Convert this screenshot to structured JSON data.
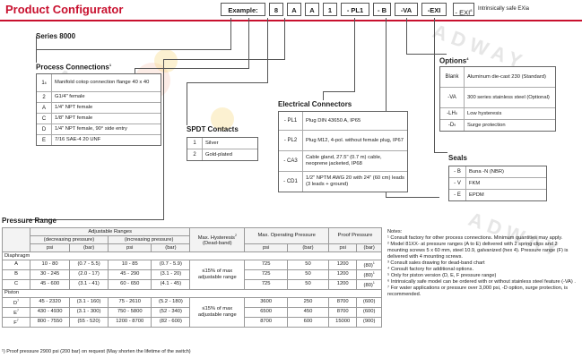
{
  "header": {
    "title": "Product Configurator",
    "example_label": "Example:",
    "example_codes": [
      "8",
      "A",
      "A",
      "1",
      "- PL1",
      "- B",
      "-VA",
      "-EXI"
    ],
    "exi_code": "- EXI",
    "exi_sup": "8",
    "exi_desc": "Intrinsically safe EXia"
  },
  "series": {
    "label": "Series 8000"
  },
  "process": {
    "title": "Process Connections",
    "sup": "1",
    "items": [
      {
        "code": "1",
        "sup": "6",
        "desc": "Manifold cotop connection flange 40 x 40"
      },
      {
        "code": "2",
        "desc": "G1/4\" female"
      },
      {
        "code": "A",
        "desc": "1/4\" NPT female"
      },
      {
        "code": "C",
        "desc": "1/8\" NPT female"
      },
      {
        "code": "D",
        "desc": "1/4\" NPT female, 90° side entry"
      },
      {
        "code": "E",
        "desc": "7/16 SAE-4 20 UNF"
      }
    ]
  },
  "spdt": {
    "title": "SPDT Contacts",
    "items": [
      {
        "code": "1",
        "desc": "Silver"
      },
      {
        "code": "2",
        "desc": "Gold-plated"
      }
    ]
  },
  "electrical": {
    "title": "Electrical Connectors",
    "items": [
      {
        "code": "- PL1",
        "desc": "Plug DIN 43650 A, IP65"
      },
      {
        "code": "- PL2",
        "desc": "Plug M12, 4-pol. without female plug, IP67"
      },
      {
        "code": "- CA3",
        "desc": "Cable gland, 27.5\" (0.7 m) cable, neoprene jacketed, IP68"
      },
      {
        "code": "- CD1",
        "desc": "1/2\" NPTM AWG 20 with 24\" (60 cm) leads (3 leads + ground)"
      }
    ]
  },
  "options": {
    "title": "Options",
    "sup": "4",
    "items": [
      {
        "code": "Blank",
        "desc": "Aluminum die-cast 230 (Standard)"
      },
      {
        "code": "-VA",
        "desc": "300 series stainless steel (Optional)"
      },
      {
        "code": "-LH",
        "sup": "5",
        "desc": "Low hysteresis"
      },
      {
        "code": "-D",
        "sup": "9",
        "desc": "Surge protection"
      }
    ]
  },
  "seals": {
    "title": "Seals",
    "items": [
      {
        "code": "- B",
        "desc": "Buna -N (NBR)"
      },
      {
        "code": "- V",
        "desc": "FKM"
      },
      {
        "code": "- E",
        "desc": "EPDM"
      }
    ]
  },
  "pressure": {
    "title": "Pressure Range",
    "headers": {
      "adjustable": "Adjustable Ranges",
      "decreasing": "(decreasing pressure)",
      "increasing": "(increasing pressure)",
      "psi": "psi",
      "bar": "(bar)",
      "hysteresis": "Max. Hysteresis",
      "hysteresis_sup": "2",
      "deadband": "(Dead-band)",
      "max_op": "Max. Operating Pressure",
      "proof": "Proof Pressure"
    },
    "diaphragm_label": "Diaphragm",
    "piston_label": "Piston",
    "hyst_text": "≤15% of max adjustable range",
    "diaphragm_rows": [
      {
        "code": "A",
        "dec_psi": "10 - 80",
        "dec_bar": "(0.7 - 5.5)",
        "inc_psi": "10 - 85",
        "inc_bar": "(0.7 - 5.9)",
        "op_psi": "725",
        "op_bar": "50",
        "pr_psi": "1200",
        "pr_bar": "(80)",
        "sup": "1"
      },
      {
        "code": "B",
        "dec_psi": "30 - 245",
        "dec_bar": "(2.0 - 17)",
        "inc_psi": "45 - 290",
        "inc_bar": "(3.1 - 20)",
        "op_psi": "725",
        "op_bar": "50",
        "pr_psi": "1200",
        "pr_bar": "(80)",
        "sup": "1"
      },
      {
        "code": "C",
        "dec_psi": "45 - 600",
        "dec_bar": "(3.1 - 41)",
        "inc_psi": "60 - 650",
        "inc_bar": "(4.1 - 45)",
        "op_psi": "725",
        "op_bar": "50",
        "pr_psi": "1200",
        "pr_bar": "(80)",
        "sup": "1"
      }
    ],
    "piston_rows": [
      {
        "code": "D",
        "csup": "7",
        "dec_psi": "45 - 2320",
        "dec_bar": "(3.1 - 160)",
        "inc_psi": "75 - 2610",
        "inc_bar": "(5.2 - 180)",
        "op_psi": "3600",
        "op_bar": "250",
        "pr_psi": "8700",
        "pr_bar": "(600)"
      },
      {
        "code": "E",
        "csup": "7",
        "dec_psi": "430 - 4930",
        "dec_bar": "(3.1 - 300)",
        "inc_psi": "750 - 5800",
        "inc_bar": "(52 - 340)",
        "op_psi": "6500",
        "op_bar": "450",
        "pr_psi": "8700",
        "pr_bar": "(600)"
      },
      {
        "code": "F",
        "csup": "7",
        "dec_psi": "800 - 7550",
        "dec_bar": "(55 - 520)",
        "inc_psi": "1200 - 8700",
        "inc_bar": "(82 - 600)",
        "op_psi": "8700",
        "op_bar": "600",
        "pr_psi": "15000",
        "pr_bar": "(900)"
      }
    ],
    "footnote": "¹) Proof pressure 2900 psi (200 bar) on request (May shorten the lifetime of the switch)"
  },
  "notes": {
    "title": "Notes:",
    "items": [
      "¹ Consult factory for other process connections. Minimum quantities may apply.",
      "² Model 81XX- at pressure ranges (A to E) delivered with 2 spring clips and 2 mounting screws 5 x 60 mm, steel 10.9, galvanized (hex 4). Pressure range (F) is delivered with 4 mounting screws.",
      "³ Consult sales drawing for dead-band chart",
      "⁴ Consult factory for additional options.",
      "⁵ Only for piston version (D, E, F pressure range)",
      "⁶ Intrinsically safe model can be ordered with or without stainless steel feature (-VA) .",
      "⁷ For water applications or pressure over 3,000 psi, -D option, surge protection, is recommended."
    ]
  },
  "watermark": "ADWAY"
}
